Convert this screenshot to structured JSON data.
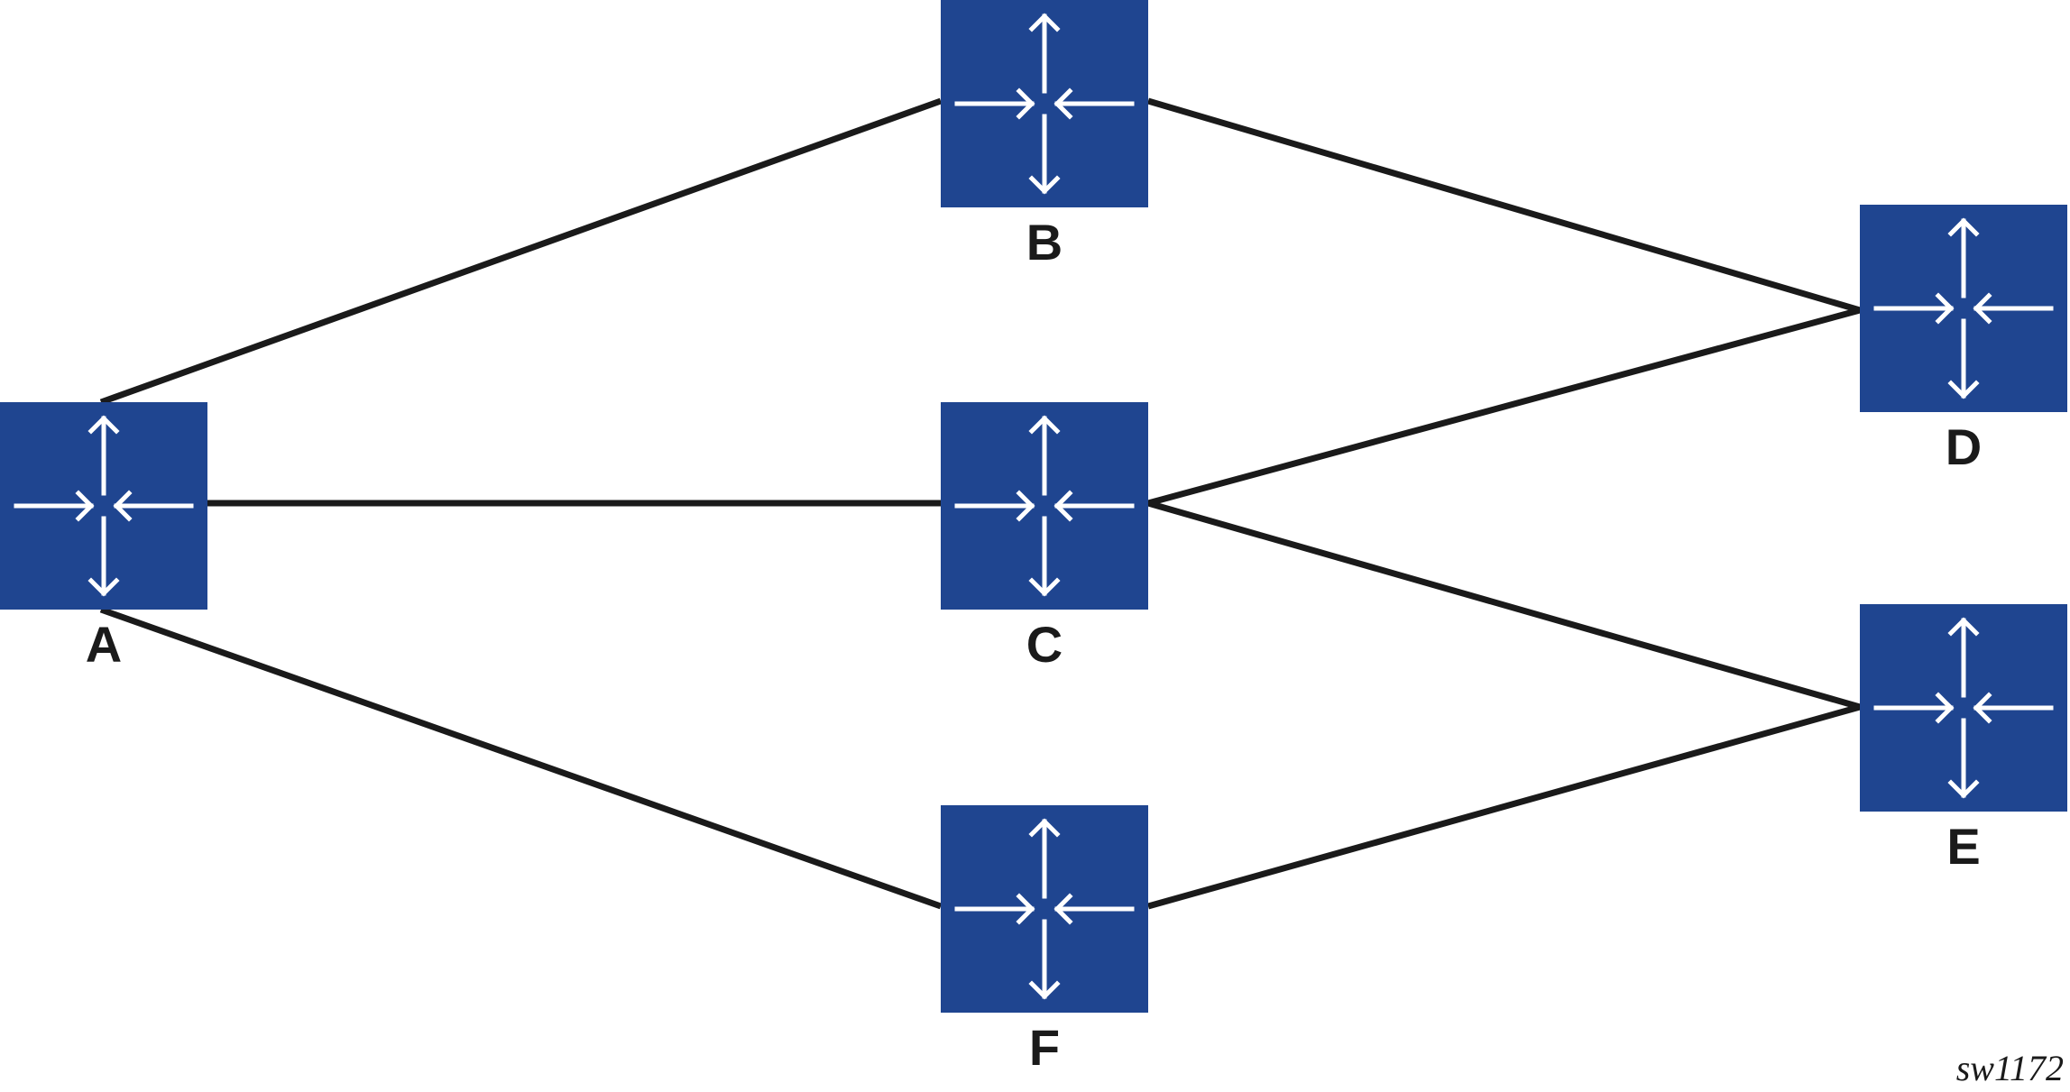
{
  "diagram": {
    "node_color": "#1f4590",
    "link_color": "#1a1a1a",
    "node_icon": "router-icon",
    "figure_id": "sw1172",
    "nodes": [
      {
        "id": "A",
        "label": "A"
      },
      {
        "id": "B",
        "label": "B"
      },
      {
        "id": "C",
        "label": "C"
      },
      {
        "id": "D",
        "label": "D"
      },
      {
        "id": "E",
        "label": "E"
      },
      {
        "id": "F",
        "label": "F"
      }
    ],
    "links": [
      {
        "from": "A",
        "to": "B"
      },
      {
        "from": "A",
        "to": "C"
      },
      {
        "from": "A",
        "to": "F"
      },
      {
        "from": "B",
        "to": "D"
      },
      {
        "from": "C",
        "to": "D"
      },
      {
        "from": "C",
        "to": "E"
      },
      {
        "from": "F",
        "to": "E"
      }
    ]
  }
}
